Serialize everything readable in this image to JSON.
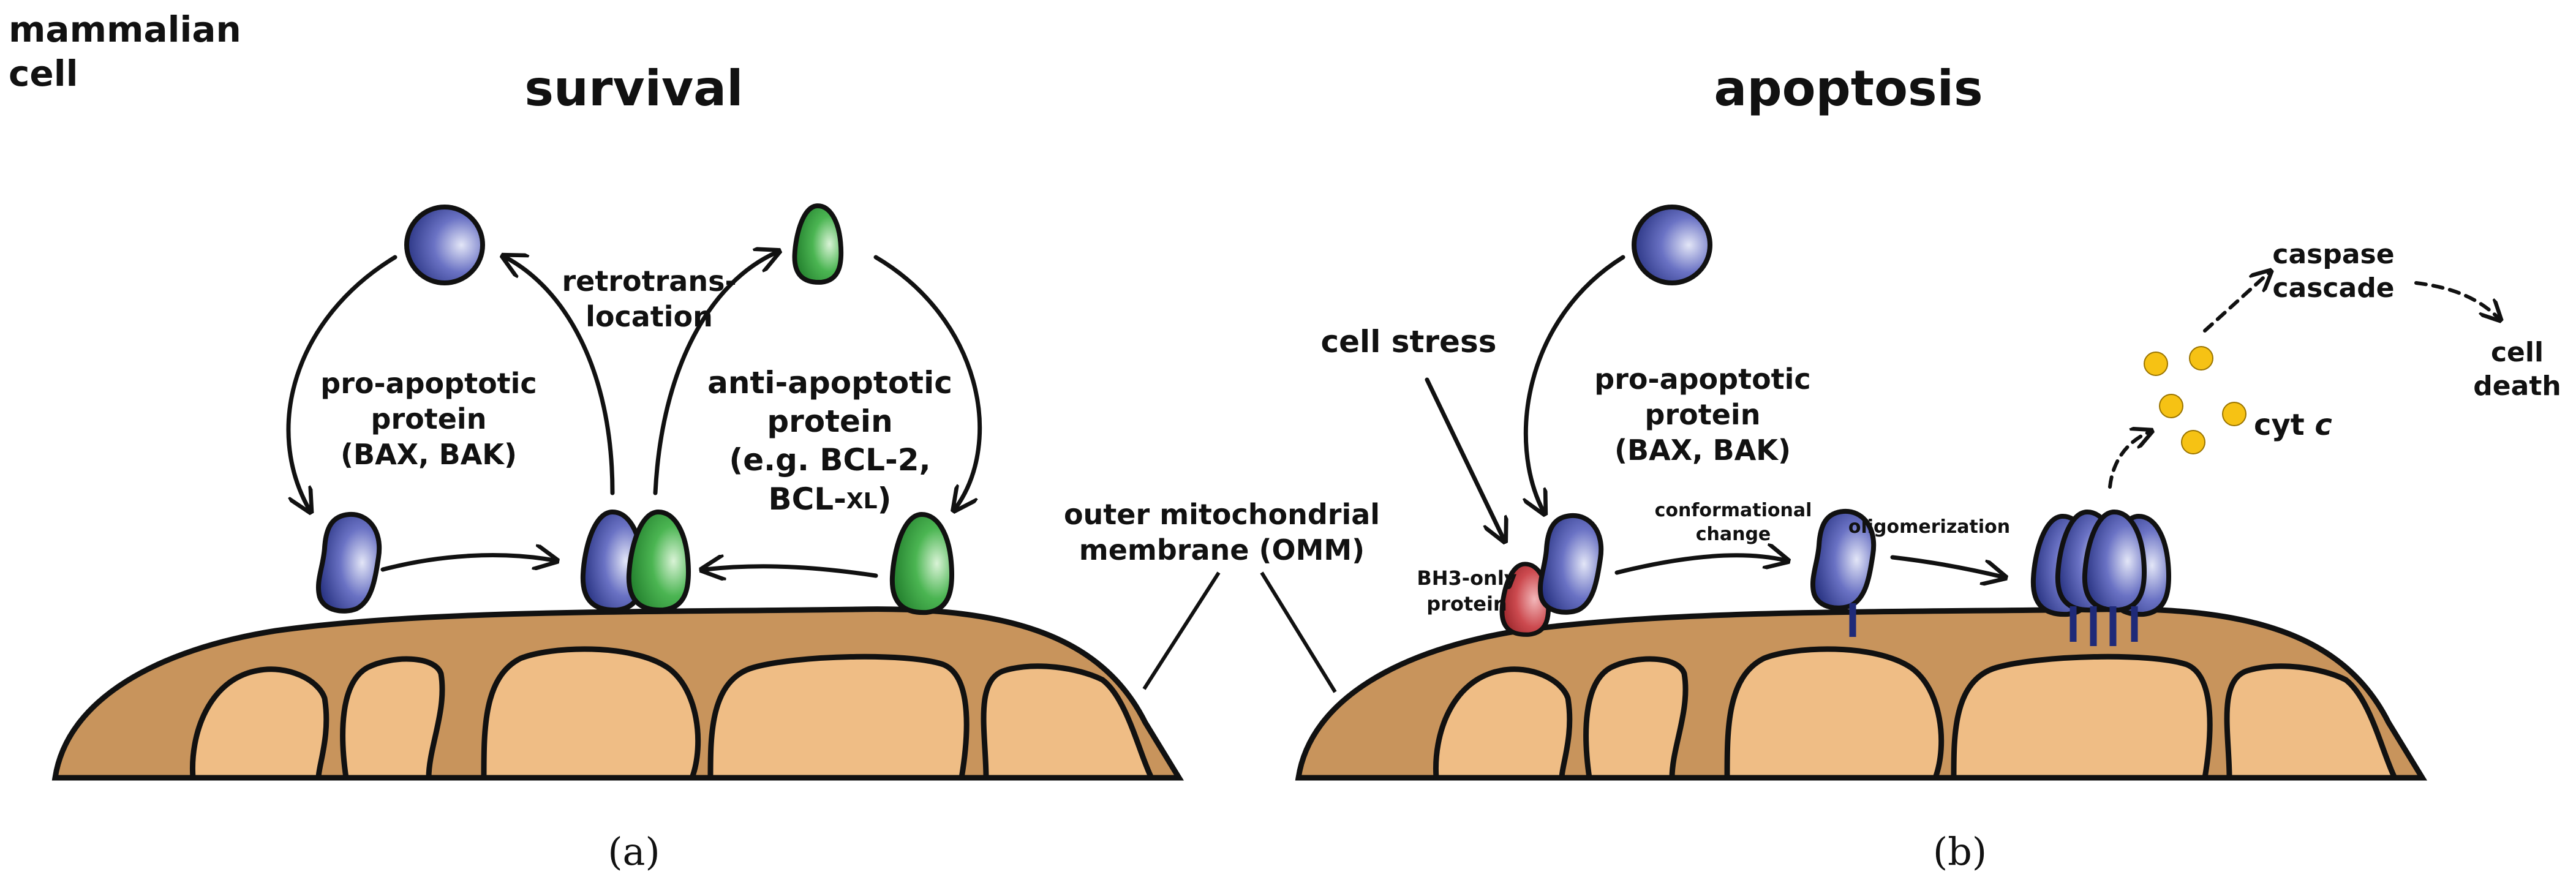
{
  "corner_label": {
    "line1": "mammalian",
    "line2": "cell"
  },
  "panel_a": {
    "title": "survival",
    "pro_label": [
      "pro-apoptotic",
      "protein",
      "(BAX, BAK)"
    ],
    "retro_label": [
      "retrotrans-",
      "location"
    ],
    "anti_label": [
      "anti-apoptotic",
      "protein",
      "(e.g. BCL-2,",
      "BCL-",
      "XL",
      ")"
    ],
    "caption": "(a)"
  },
  "omm_label": [
    "outer mitochondrial",
    "membrane (OMM)"
  ],
  "panel_b": {
    "title": "apoptosis",
    "stress_label": "cell stress",
    "pro_label": [
      "pro-apoptotic",
      "protein",
      "(BAX, BAK)"
    ],
    "bh3_label": [
      "BH3-only",
      "protein"
    ],
    "conf_label": [
      "conformational",
      "change"
    ],
    "olig_label": "oligomerization",
    "caspase_label": [
      "caspase",
      "cascade"
    ],
    "death_label": [
      "cell",
      "death"
    ],
    "cytc_label": {
      "prefix": "cyt ",
      "italic": "c"
    },
    "caption": "(b)"
  },
  "colors": {
    "pro_apoptotic": "#2b3584",
    "anti_apoptotic": "#2f9a3a",
    "bh3_only": "#c0393f",
    "cytochrome_c": "#f6c214",
    "matrix": "#c8945c",
    "cristae": "#efbd85"
  }
}
